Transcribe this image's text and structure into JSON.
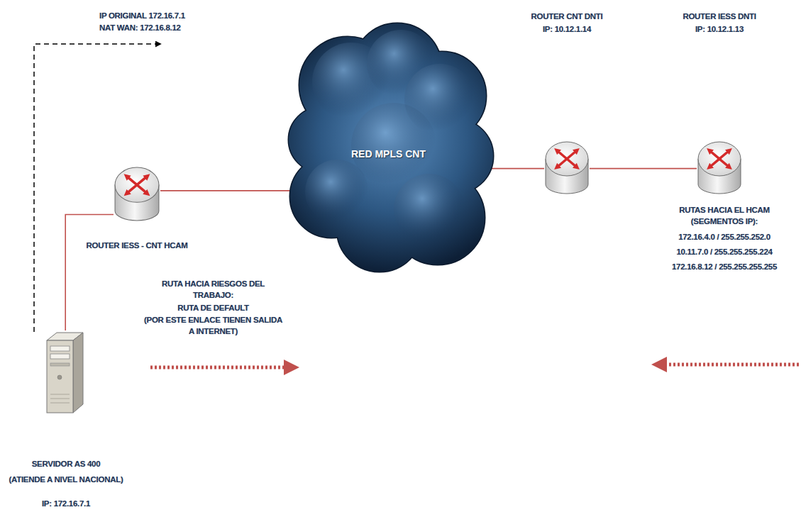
{
  "diagram": {
    "nodes": [
      {
        "text": [
          "ROUTER IESS - CNT HCAM"
        ]
      },
      {
        "text": [
          "RED MPLS CNT"
        ]
      },
      {
        "text": [
          "ROUTER CNT DNTI",
          "IP: 10.12.1.14"
        ]
      },
      {
        "text": [
          "ROUTER IESS DNTI",
          "IP: 10.12.1.13"
        ]
      },
      {
        "text": [
          "SERVIDOR AS 400",
          "(ATIENDE A NIVEL NACIONAL)",
          "IP: 172.16.7.1"
        ]
      }
    ],
    "edges": [
      {
        "from": 4,
        "to": 0,
        "arrow": "none"
      },
      {
        "from": 0,
        "to": 1,
        "arrow": "none"
      },
      {
        "from": 1,
        "to": 2,
        "arrow": "none"
      },
      {
        "from": 2,
        "to": 3,
        "arrow": "none"
      }
    ],
    "labels": [
      "IP ORIGINAL 172.16.7.1",
      "NAT WAN: 172.16.8.12",
      "RUTA HACIA RIESGOS DEL TRABAJO:",
      "RUTA DE DEFAULT",
      "(POR ESTE ENLACE TIENEN SALIDA A INTERNET)",
      "RUTAS HACIA EL HCAM (SEGMENTOS IP):",
      "172.16.4.0 / 255.255.252.0",
      "10.11.7.0 / 255.255.255.224",
      "172.16.8.12 / 255.255.255.255"
    ]
  }
}
